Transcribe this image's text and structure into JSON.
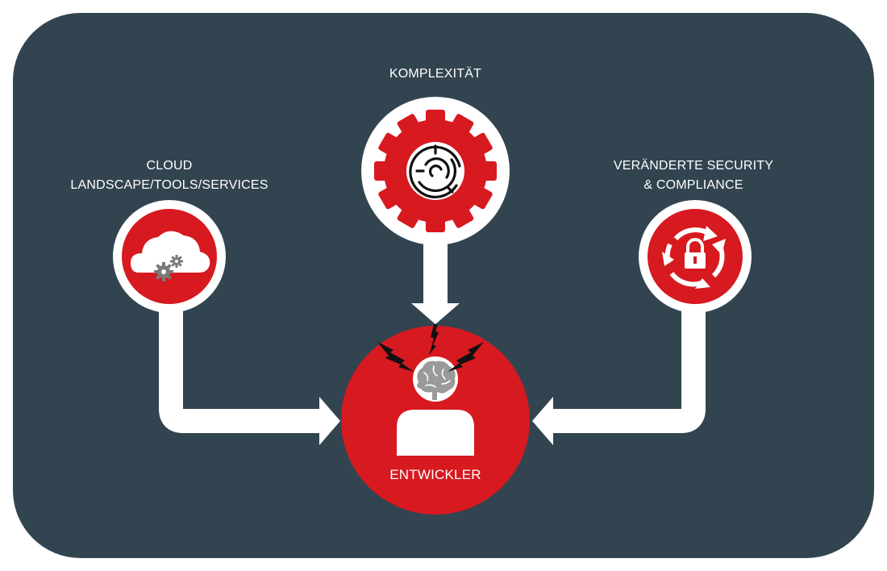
{
  "diagram": {
    "nodes": {
      "top": {
        "label_lines": [
          "KOMPLEXITÄT"
        ],
        "icon": "maze-gear-icon"
      },
      "left": {
        "label_lines": [
          "CLOUD",
          "LANDSCAPE/TOOLS/SERVICES"
        ],
        "icon": "cloud-gears-icon"
      },
      "right": {
        "label_lines": [
          "VERÄNDERTE SECURITY",
          "& COMPLIANCE"
        ],
        "icon": "lock-cycle-icon"
      },
      "center": {
        "label": "ENTWICKLER",
        "icon": "developer-brain-icon"
      }
    },
    "colors": {
      "background": "#324450",
      "accent": "#d71920",
      "connector": "#ffffff"
    }
  }
}
